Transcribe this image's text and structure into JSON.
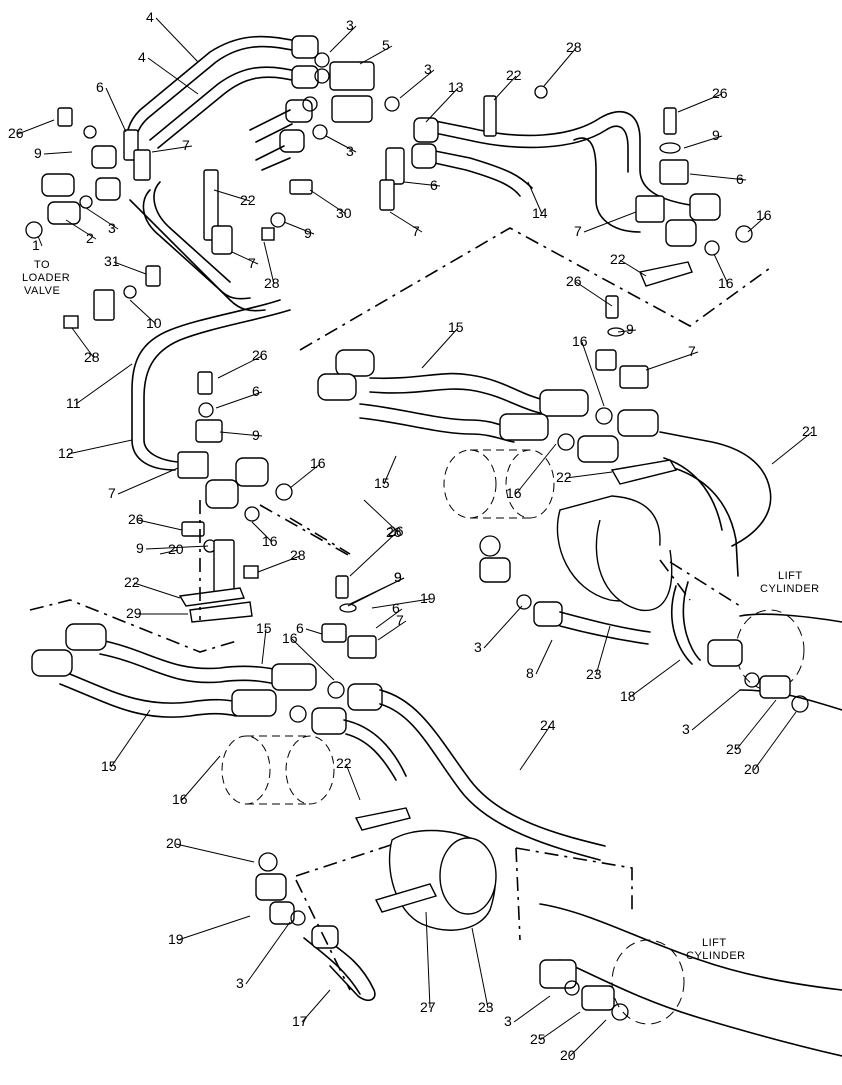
{
  "notes": {
    "to_loader_valve": [
      "TO",
      "LOADER",
      "VALVE"
    ],
    "lift_cylinder_upper": [
      "LIFT",
      "CYLINDER"
    ],
    "lift_cylinder_lower": [
      "LIFT",
      "CYLINDER"
    ]
  },
  "callouts": [
    {
      "t": "4"
    },
    {
      "t": "4"
    },
    {
      "t": "3"
    },
    {
      "t": "5"
    },
    {
      "t": "3"
    },
    {
      "t": "3"
    },
    {
      "t": "6"
    },
    {
      "t": "26"
    },
    {
      "t": "9"
    },
    {
      "t": "7"
    },
    {
      "t": "22"
    },
    {
      "t": "1"
    },
    {
      "t": "2"
    },
    {
      "t": "3"
    },
    {
      "t": "30"
    },
    {
      "t": "9"
    },
    {
      "t": "7"
    },
    {
      "t": "28"
    },
    {
      "t": "31"
    },
    {
      "t": "10"
    },
    {
      "t": "28"
    },
    {
      "t": "11"
    },
    {
      "t": "13"
    },
    {
      "t": "22"
    },
    {
      "t": "28"
    },
    {
      "t": "26"
    },
    {
      "t": "9"
    },
    {
      "t": "6"
    },
    {
      "t": "6"
    },
    {
      "t": "14"
    },
    {
      "t": "7"
    },
    {
      "t": "16"
    },
    {
      "t": "7"
    },
    {
      "t": "26"
    },
    {
      "t": "9"
    },
    {
      "t": "22"
    },
    {
      "t": "16"
    },
    {
      "t": "26"
    },
    {
      "t": "6"
    },
    {
      "t": "9"
    },
    {
      "t": "7"
    },
    {
      "t": "15"
    },
    {
      "t": "16"
    },
    {
      "t": "21"
    },
    {
      "t": "26"
    },
    {
      "t": "9"
    },
    {
      "t": "6"
    },
    {
      "t": "12"
    },
    {
      "t": "7"
    },
    {
      "t": "16"
    },
    {
      "t": "15"
    },
    {
      "t": "16"
    },
    {
      "t": "22"
    },
    {
      "t": "26"
    },
    {
      "t": "9"
    },
    {
      "t": "16"
    },
    {
      "t": "28"
    },
    {
      "t": "22"
    },
    {
      "t": "29"
    },
    {
      "t": "26"
    },
    {
      "t": "20"
    },
    {
      "t": "9"
    },
    {
      "t": "19"
    },
    {
      "t": "6"
    },
    {
      "t": "7"
    },
    {
      "t": "3"
    },
    {
      "t": "15"
    },
    {
      "t": "16"
    },
    {
      "t": "8"
    },
    {
      "t": "23"
    },
    {
      "t": "18"
    },
    {
      "t": "3"
    },
    {
      "t": "25"
    },
    {
      "t": "20"
    },
    {
      "t": "15"
    },
    {
      "t": "24"
    },
    {
      "t": "16"
    },
    {
      "t": "22"
    },
    {
      "t": "20"
    },
    {
      "t": "19"
    },
    {
      "t": "3"
    },
    {
      "t": "17"
    },
    {
      "t": "27"
    },
    {
      "t": "23"
    },
    {
      "t": "3"
    },
    {
      "t": "25"
    },
    {
      "t": "20"
    }
  ]
}
